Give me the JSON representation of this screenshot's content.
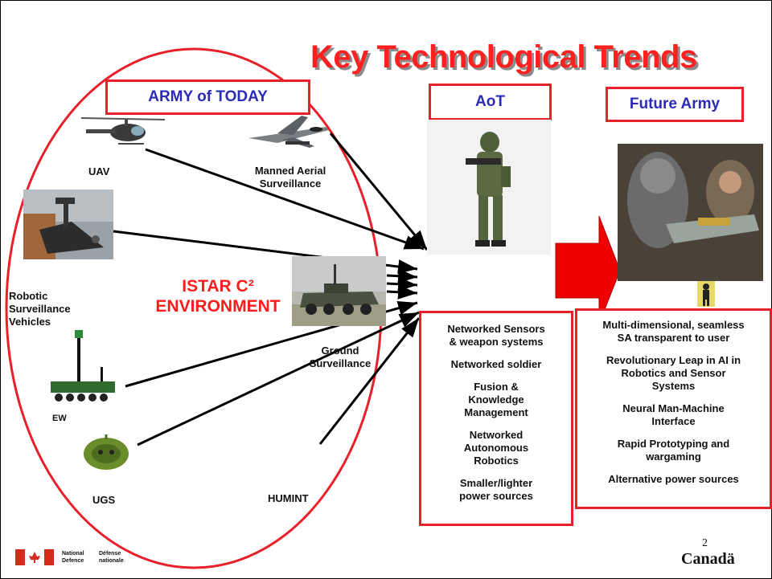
{
  "title": "Key Technological Trends",
  "headers": {
    "army_of_today": "ARMY of TODAY",
    "aot": "AoT",
    "future_army": "Future Army"
  },
  "center_label": {
    "line1": "ISTAR C²",
    "line2": "ENVIRONMENT"
  },
  "assets": {
    "uav": "UAV",
    "manned_aerial_1": "Manned Aerial",
    "manned_aerial_2": "Surveillance",
    "robotic_1": "Robotic",
    "robotic_2": "Surveillance",
    "robotic_3": "Vehicles",
    "ground_1": "Ground",
    "ground_2": "Surveillance",
    "ew": "EW",
    "ugs": "UGS",
    "humint": "HUMINT"
  },
  "aot_list": [
    {
      "line1": "Networked Sensors",
      "line2": "& weapon systems"
    },
    {
      "line1": "Networked soldier",
      "line2": ""
    },
    {
      "line1": "Fusion &",
      "line2": "Knowledge",
      "line3": "Management"
    },
    {
      "line1": "Networked",
      "line2": "Autonomous",
      "line3": "Robotics"
    },
    {
      "line1": "Smaller/lighter",
      "line2": "power sources"
    }
  ],
  "future_list": [
    {
      "line1": "Multi-dimensional, seamless",
      "line2": "SA transparent to user"
    },
    {
      "line1": "Revolutionary Leap in AI in",
      "line2": "Robotics and Sensor",
      "line3": "Systems"
    },
    {
      "line1": "Neural Man-Machine",
      "line2": "Interface"
    },
    {
      "line1": "Rapid Prototyping and",
      "line2": "wargaming"
    },
    {
      "line1": "Alternative power sources",
      "line2": ""
    }
  ],
  "footer": {
    "page_number": "2",
    "dept_en_1": "National",
    "dept_en_2": "Defence",
    "dept_fr_1": "Défense",
    "dept_fr_2": "nationale",
    "wordmark": "Canadä"
  },
  "colors": {
    "accent_red": "#e8202a",
    "header_blue": "#2b2bb8",
    "title_red": "#ff2020"
  }
}
